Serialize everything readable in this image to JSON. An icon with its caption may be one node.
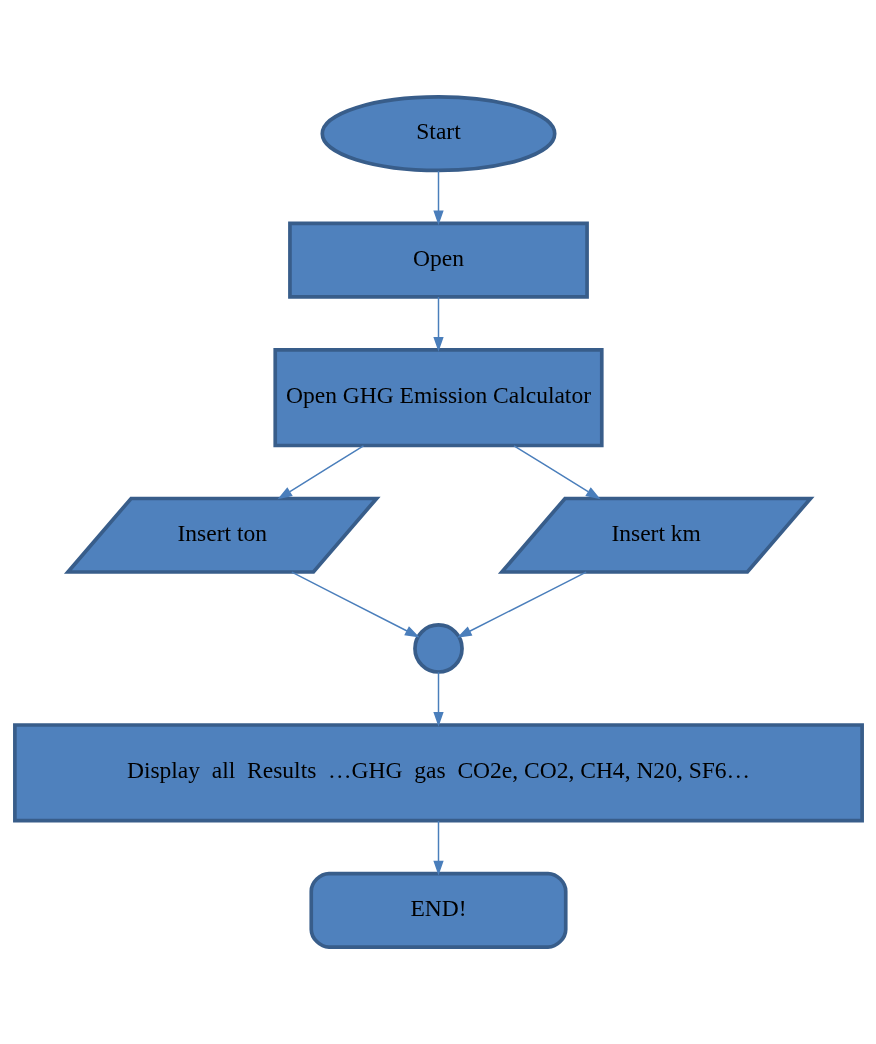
{
  "diagram": {
    "nodes": [
      {
        "text": [
          "Start"
        ]
      },
      {
        "text": [
          "Open"
        ]
      },
      {
        "text": [
          "Open GHG Emission Calculator"
        ]
      },
      {
        "text": [
          "Insert ton"
        ]
      },
      {
        "text": [
          "Insert km"
        ]
      },
      {
        "text": [],
        "shape": "circle"
      },
      {
        "text": [
          "Display  all  Results  …GHG  gas  CO2e, CO2, CH4, N20, SF6…"
        ]
      },
      {
        "text": [
          "END!"
        ]
      }
    ],
    "edges": [
      {
        "from": 0,
        "to": 1,
        "arrow": "to"
      },
      {
        "from": 1,
        "to": 2,
        "arrow": "to"
      },
      {
        "from": 2,
        "to": 3,
        "arrow": "to"
      },
      {
        "from": 2,
        "to": 4,
        "arrow": "to"
      },
      {
        "from": 3,
        "to": 5,
        "arrow": "to"
      },
      {
        "from": 4,
        "to": 5,
        "arrow": "to"
      },
      {
        "from": 5,
        "to": 6,
        "arrow": "to"
      },
      {
        "from": 6,
        "to": 7,
        "arrow": "to"
      }
    ]
  }
}
